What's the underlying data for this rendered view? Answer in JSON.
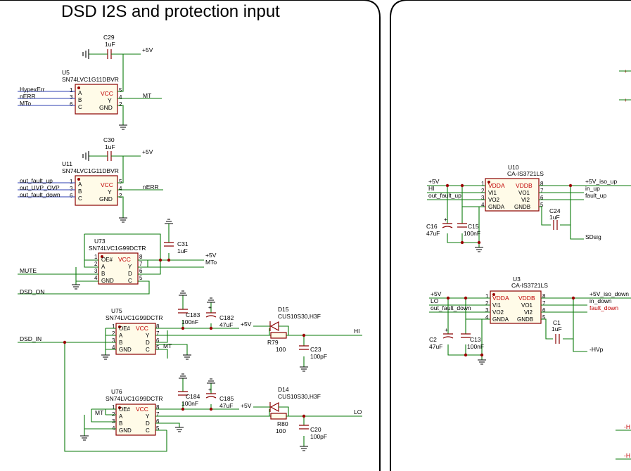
{
  "sheet_title": "DSD I2S and protection input",
  "nets": {
    "p5v": "+5V",
    "mt": "MT",
    "nerr": "nERR",
    "hypexerr": "HypexErr",
    "nerr_in": "nERR",
    "mto": "MTo",
    "mute": "MUTE",
    "dsd_on": "DSD_ON",
    "dsd_in": "DSD_IN",
    "hi": "HI",
    "lo": "LO",
    "out_fault_up": "out_fault_up",
    "out_uvp_ovp": "out_UVP_OVP",
    "out_fault_down": "out_fault_down",
    "p5v_iso_up": "+5V_iso_up",
    "in_up": "in_up",
    "fault_up": "fault_up",
    "sdsig": "SDsig",
    "p5v_iso_down": "+5V_iso_down",
    "in_down": "in_down",
    "fault_down": "fault_down",
    "hvp": "-HVp",
    "mt_u76": "MT",
    "edge_plus": "+",
    "edge_minus": "-H"
  },
  "components": {
    "c29": {
      "ref": "C29",
      "value": "1uF"
    },
    "c30": {
      "ref": "C30",
      "value": "1uF"
    },
    "c31": {
      "ref": "C31",
      "value": "1uF"
    },
    "c183": {
      "ref": "C183",
      "value": "100nF"
    },
    "c182": {
      "ref": "C182",
      "value": "47uF"
    },
    "c184": {
      "ref": "C184",
      "value": "100nF"
    },
    "c185": {
      "ref": "C185",
      "value": "47uF"
    },
    "c23": {
      "ref": "C23",
      "value": "100pF"
    },
    "c20": {
      "ref": "C20",
      "value": "100pF"
    },
    "c16": {
      "ref": "C16",
      "value": "47uF"
    },
    "c15": {
      "ref": "C15",
      "value": "100nF"
    },
    "c24": {
      "ref": "C24",
      "value": "1uF"
    },
    "c2": {
      "ref": "C2",
      "value": "47uF"
    },
    "c13": {
      "ref": "C13",
      "value": "100nF"
    },
    "c1": {
      "ref": "C1",
      "value": "1uF"
    },
    "r79": {
      "ref": "R79",
      "value": "100"
    },
    "r80": {
      "ref": "R80",
      "value": "100"
    },
    "d15": {
      "ref": "D15",
      "value": "CUS10S30,H3F"
    },
    "d14": {
      "ref": "D14",
      "value": "CUS10S30,H3F"
    },
    "u5": {
      "ref": "U5",
      "part": "SN74LVC1G11DBVR"
    },
    "u11": {
      "ref": "U11",
      "part": "SN74LVC1G11DBVR"
    },
    "u73": {
      "ref": "U73",
      "part": "SN74LVC1G99DCTR"
    },
    "u75": {
      "ref": "U75",
      "part": "SN74LVC1G99DCTR"
    },
    "u76": {
      "ref": "U76",
      "part": "SN74LVC1G99DCTR"
    },
    "u10": {
      "ref": "U10",
      "part": "CA-IS3721LS"
    },
    "u3": {
      "ref": "U3",
      "part": "CA-IS3721LS"
    }
  },
  "pins": {
    "and": {
      "a": "A",
      "b": "B",
      "c": "C",
      "vcc": "VCC",
      "y": "Y",
      "gnd": "GND",
      "n1": "1",
      "n3": "3",
      "n6": "6",
      "n5": "5",
      "n4": "4",
      "n2": "2"
    },
    "g99": {
      "oe": "OE#",
      "a": "A",
      "b": "B",
      "gnd": "GND",
      "vcc": "VCC",
      "y": "Y",
      "d": "D",
      "c": "C",
      "n1": "1",
      "n2": "2",
      "n3": "3",
      "n4": "4",
      "n8": "8",
      "n7": "7",
      "n6": "6",
      "n5": "5"
    },
    "iso": {
      "vdda": "VDDA",
      "vi1": "VI1",
      "vo2": "VO2",
      "gnda": "GNDA",
      "vddb": "VDDB",
      "vo1": "VO1",
      "vi2": "VI2",
      "gndb": "GNDB",
      "n1": "1",
      "n2": "2",
      "n3": "3",
      "n4": "4",
      "n8": "8",
      "n7": "7",
      "n6": "6",
      "n5": "5"
    }
  },
  "colors": {
    "wire": "#0a7a0a",
    "symbol": "#8a0000",
    "pin_label": "#c00000",
    "bus_line": "#2c3fb0"
  }
}
